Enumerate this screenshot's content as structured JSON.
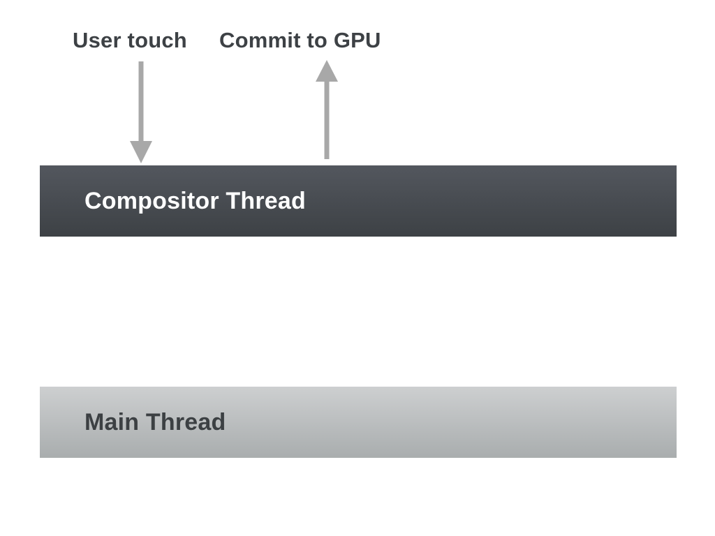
{
  "diagram": {
    "annotations": {
      "user_touch": "User touch",
      "commit_to_gpu": "Commit to GPU"
    },
    "bars": [
      {
        "id": "compositor-thread",
        "label": "Compositor Thread",
        "text_color": "#ffffff",
        "gradient_top": "#53575e",
        "gradient_bottom": "#3d4145"
      },
      {
        "id": "main-thread",
        "label": "Main Thread",
        "text_color": "#3c4043",
        "gradient_top": "#cdcfd0",
        "gradient_bottom": "#a9adae"
      }
    ],
    "colors": {
      "arrow": "#a8a8a8",
      "annotation_text": "#3d4145",
      "background": "#ffffff"
    },
    "arrows": [
      {
        "id": "user-touch-arrow",
        "direction": "down",
        "from": "User touch",
        "to": "Compositor Thread"
      },
      {
        "id": "commit-to-gpu-arrow",
        "direction": "up",
        "from": "Compositor Thread",
        "to": "Commit to GPU"
      }
    ]
  }
}
